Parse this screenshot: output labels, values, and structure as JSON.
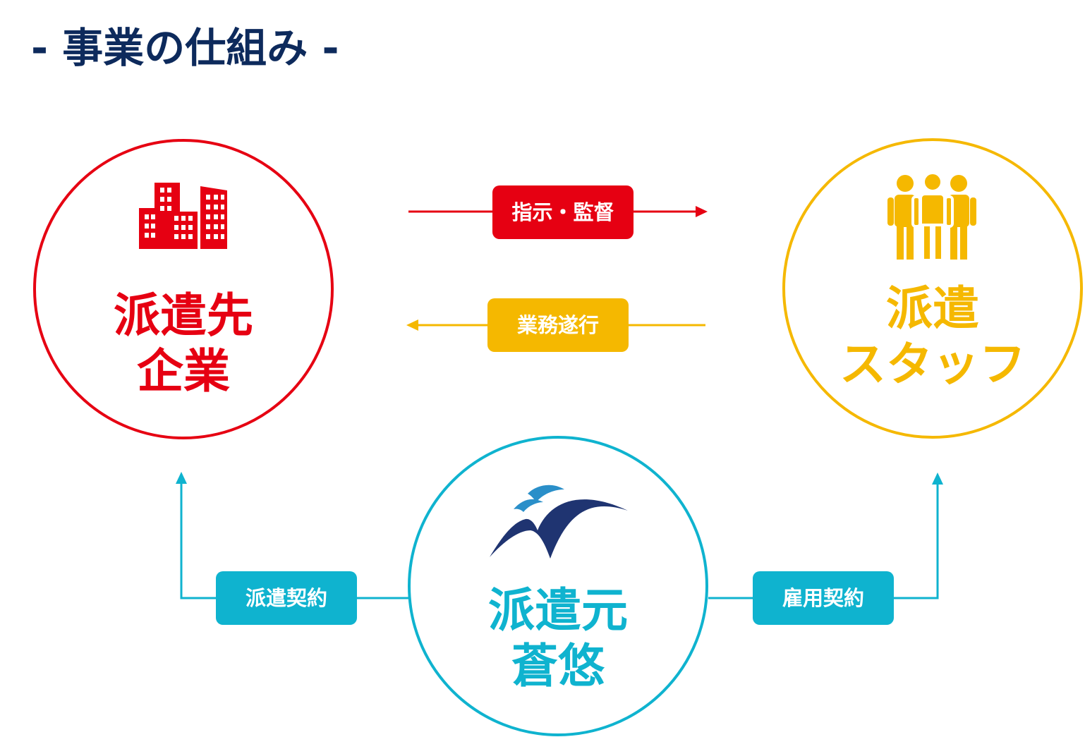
{
  "title": "- 事業の仕組み -",
  "colors": {
    "title": "#0d2a5c",
    "client": "#e60012",
    "staff": "#f5b800",
    "agency": "#0fb3cf",
    "bird": "#1f3471"
  },
  "nodes": {
    "client": {
      "line1": "派遣先",
      "line2": "企業",
      "icon": "office-building-icon"
    },
    "staff": {
      "line1": "派遣",
      "line2": "スタッフ",
      "icon": "people-group-icon"
    },
    "agency": {
      "line1": "派遣元",
      "line2": "蒼悠",
      "icon": "seagull-logo-icon"
    }
  },
  "relations": {
    "instruction": "指示・監督",
    "work": "業務遂行",
    "dispatch_contract": "派遣契約",
    "employment_contract": "雇用契約"
  }
}
